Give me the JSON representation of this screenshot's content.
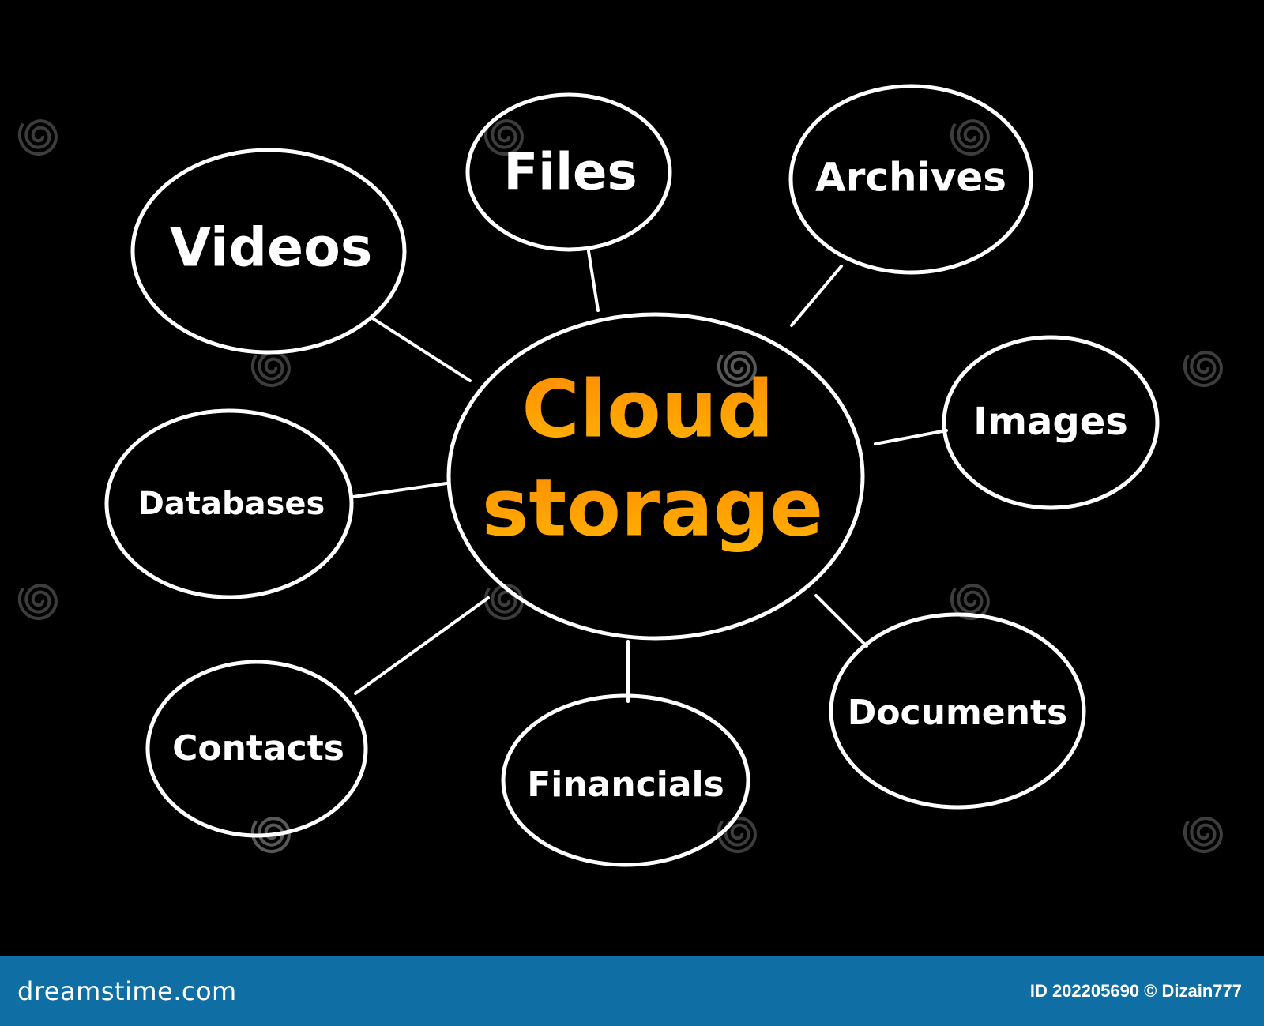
{
  "center_node": {
    "line1": "Cloud",
    "line2": "storage"
  },
  "nodes": [
    {
      "id": "videos",
      "label": "Videos"
    },
    {
      "id": "files",
      "label": "Files"
    },
    {
      "id": "archives",
      "label": "Archives"
    },
    {
      "id": "images",
      "label": "Images"
    },
    {
      "id": "databases",
      "label": "Databases"
    },
    {
      "id": "contacts",
      "label": "Contacts"
    },
    {
      "id": "financials",
      "label": "Financials"
    },
    {
      "id": "documents",
      "label": "Documents"
    }
  ],
  "watermark": {
    "text": "dreamstime"
  },
  "footer": {
    "brand": "dreamstime.com",
    "credit": "ID 202205690 © Dizain777"
  },
  "colors": {
    "background": "#000000",
    "outline": "#ffffff",
    "center_gradient_top": "#ff8c00",
    "center_gradient_bottom": "#ffb300",
    "footer_bar": "#0f6fa5"
  }
}
